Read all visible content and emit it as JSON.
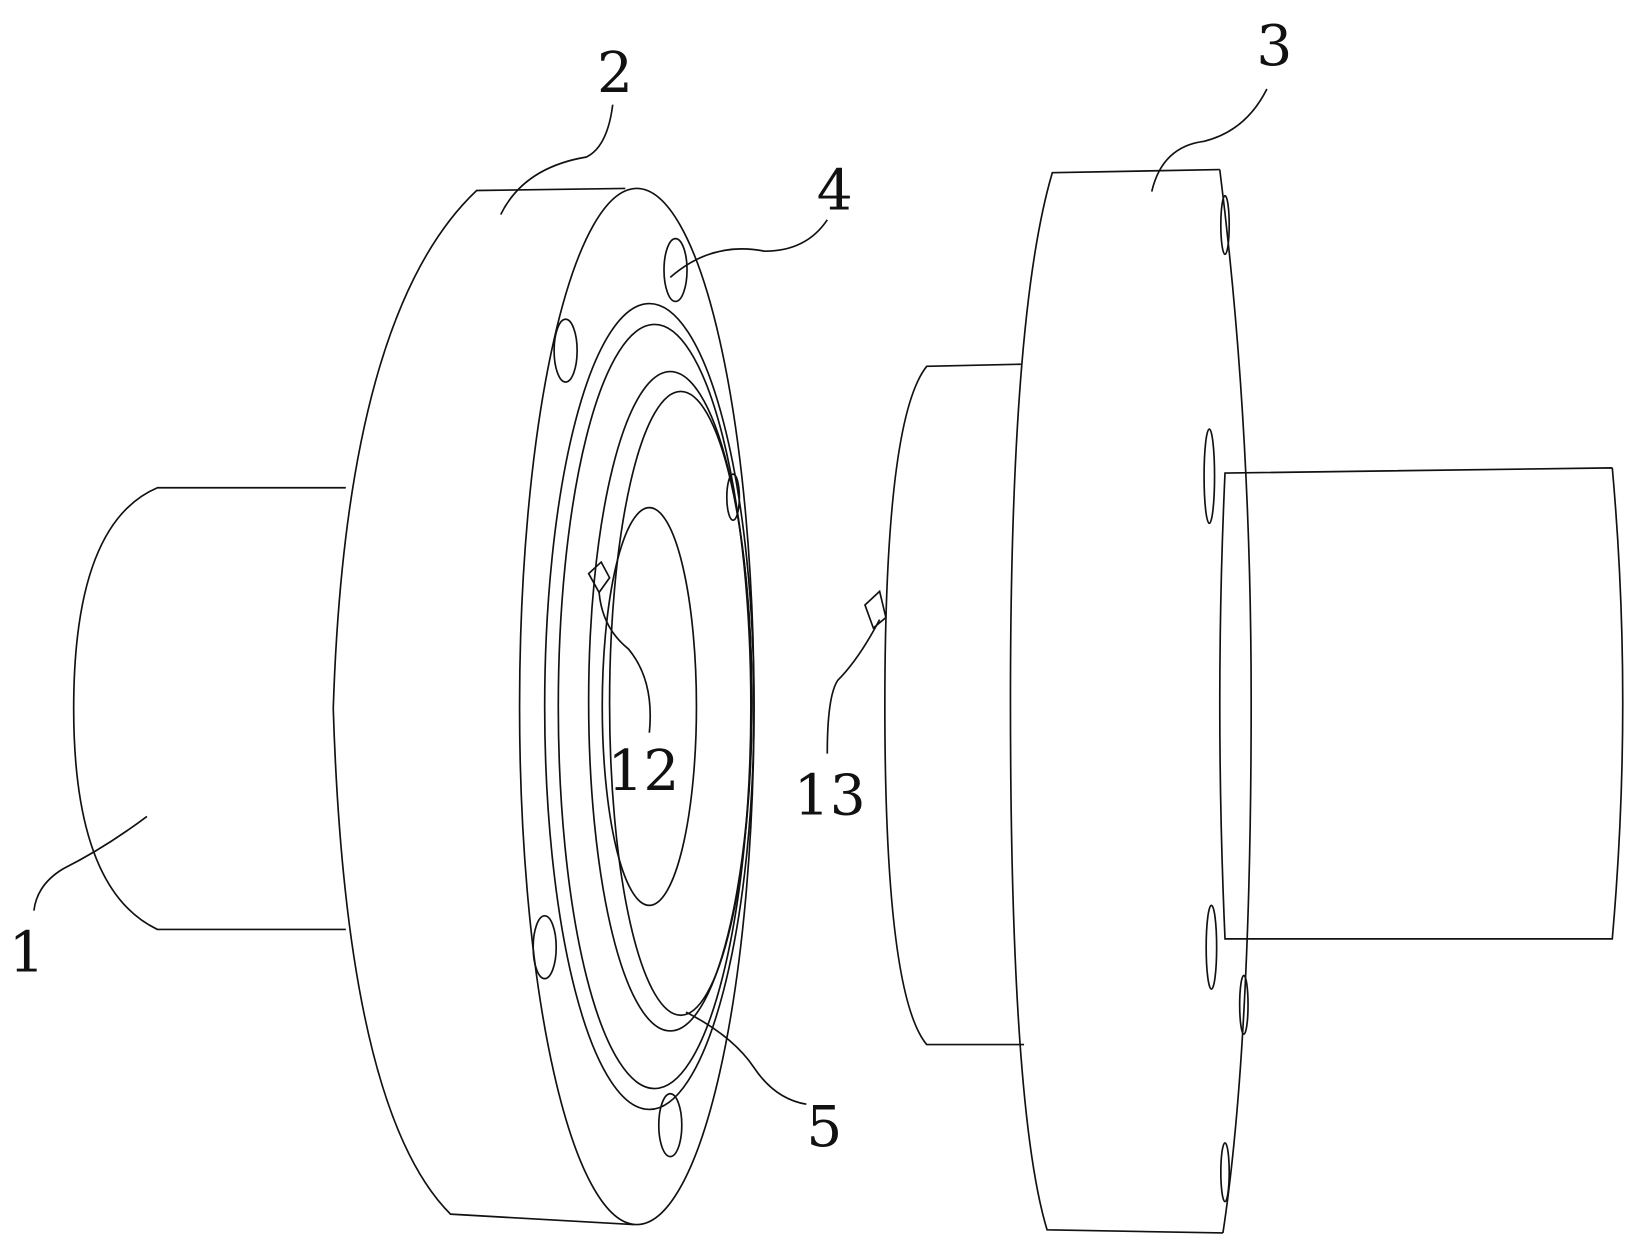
{
  "figure": {
    "labels": {
      "pipe_left": "1",
      "flange_left": "2",
      "flange_right": "3",
      "bolt_hole": "4",
      "seal_ring": "5",
      "key_left": "12",
      "key_right": "13"
    },
    "stroke_color": "#111111",
    "background": "#ffffff"
  }
}
